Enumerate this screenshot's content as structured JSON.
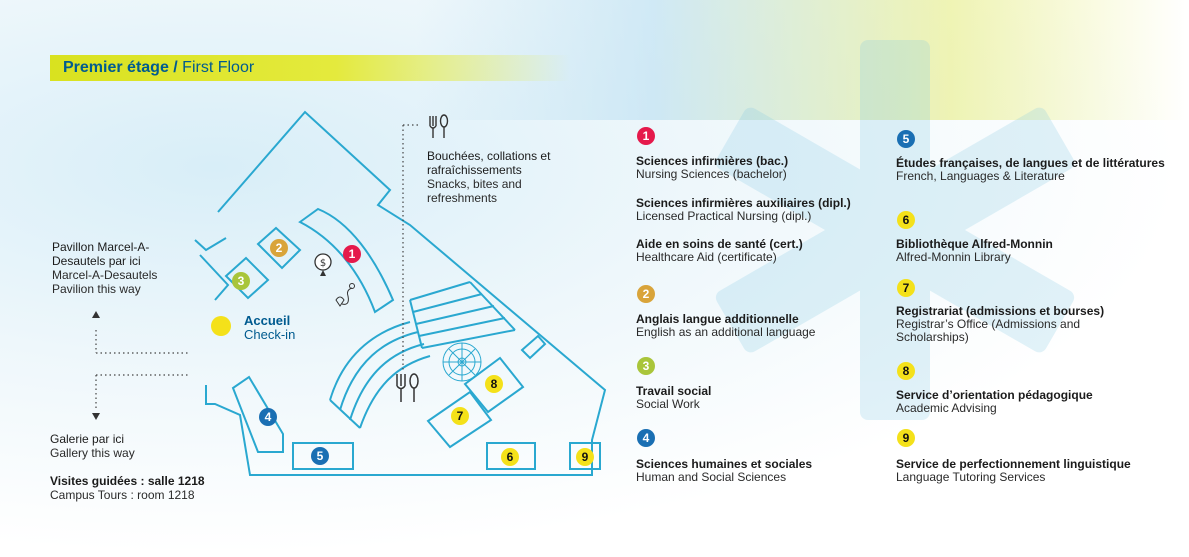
{
  "header": {
    "title_fr": "Premier étage / ",
    "title_en": "First Floor"
  },
  "colors": {
    "line": "#2aa8d0",
    "accent_blue": "#005b8f",
    "yellow": "#f4e11a",
    "red": "#e5194b",
    "gold": "#d9a43a",
    "green": "#a9c53a",
    "blue_badge": "#1a6fb3",
    "header": "#d9e21f"
  },
  "map": {
    "snacks_fr": "Bouchées, collations et rafraîchissements",
    "snacks_en": "Snacks, bites and refreshments",
    "pavilion_fr": "Pavillon Marcel-A-Desautels par ici",
    "pavilion_en": "Marcel-A-Desautels Pavilion this way",
    "gallery_fr": "Galerie par ici",
    "gallery_en": "Gallery this way",
    "tours_fr": "Visites guidées : salle 1218",
    "tours_en": "Campus Tours : room 1218",
    "checkin_fr": "Accueil",
    "checkin_en": "Check-in",
    "icons": [
      "food-icon",
      "money-icon",
      "location-icon",
      "food-icon-2",
      "ferris-wheel-icon",
      "arrow-up-icon",
      "arrow-down-icon"
    ],
    "markers": [
      {
        "number": "1"
      },
      {
        "number": "2"
      },
      {
        "number": "3"
      },
      {
        "number": "4"
      },
      {
        "number": "5"
      },
      {
        "number": "6"
      },
      {
        "number": "7"
      },
      {
        "number": "8"
      },
      {
        "number": "9"
      }
    ]
  },
  "legend": {
    "col1": [
      {
        "number": "1",
        "items": [
          {
            "fr": "Sciences infirmières (bac.)",
            "en": "Nursing Sciences (bachelor)"
          },
          {
            "fr": "Sciences infirmières auxiliaires (dipl.)",
            "en": "Licensed Practical Nursing (dipl.)"
          },
          {
            "fr": "Aide en soins de santé (cert.)",
            "en": "Healthcare Aid (certificate)"
          }
        ]
      },
      {
        "number": "2",
        "items": [
          {
            "fr": "Anglais langue additionnelle",
            "en": "English as an additional language"
          }
        ]
      },
      {
        "number": "3",
        "items": [
          {
            "fr": "Travail social",
            "en": "Social Work"
          }
        ]
      },
      {
        "number": "4",
        "items": [
          {
            "fr": "Sciences humaines et sociales",
            "en": "Human and Social Sciences"
          }
        ]
      }
    ],
    "col2": [
      {
        "number": "5",
        "fr": "Études françaises, de langues et de littératures",
        "en": "French, Languages & Literature"
      },
      {
        "number": "6",
        "fr": "Bibliothèque Alfred-Monnin",
        "en": "Alfred-Monnin Library"
      },
      {
        "number": "7",
        "fr": "Registrariat (admissions et bourses)",
        "en": "Registrar’s Office (Admissions and Scholarships)"
      },
      {
        "number": "8",
        "fr": "Service d’orientation pédagogique",
        "en": "Academic Advising"
      },
      {
        "number": "9",
        "fr": "Service de perfectionnement linguistique",
        "en": "Language Tutoring Services"
      }
    ]
  }
}
